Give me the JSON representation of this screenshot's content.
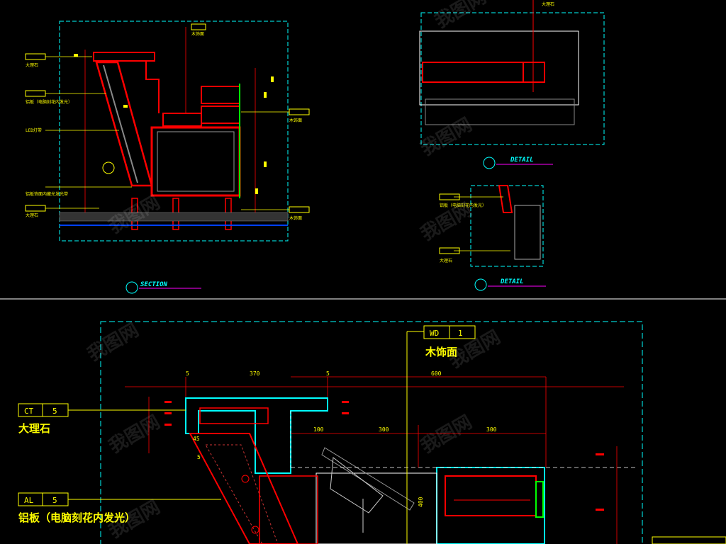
{
  "colors": {
    "background": "#000000",
    "frame": "#00ffff",
    "section_red": "#ff0000",
    "dimension": "#ffff00",
    "hatch": "#ff3030",
    "detail_grey": "#888888",
    "text": "#ffff00"
  },
  "section_drawing": {
    "title": "SECTION",
    "labels": {
      "top_left": "大理石",
      "panel": "铝板（电脑刻花内发光）",
      "light": "LED灯带",
      "lower": "铝板饰面内藏光发光带",
      "bottom_left": "大理石",
      "right_top": "木饰面",
      "right_mid": "木饰面",
      "right_bottom": "木饰面"
    }
  },
  "detail_top": {
    "title": "DETAIL",
    "label": "大理石"
  },
  "detail_bottom": {
    "title": "DETAIL",
    "labels": {
      "panel": "铝板（电脑刻花内发光）",
      "stone": "大理石"
    }
  },
  "enlarged": {
    "tag_top": {
      "code": "WD",
      "num": "1"
    },
    "wood_label": "木饰面",
    "tag_ct": {
      "code": "CT",
      "num": "5"
    },
    "marble_label": "大理石",
    "tag_al": {
      "code": "AL",
      "num": "5"
    },
    "panel_label": "铝板（电脑刻花内发光）",
    "dims": {
      "d5a": "5",
      "d370": "370",
      "d5b": "5",
      "d600": "600",
      "d100": "100",
      "d300a": "300",
      "d300b": "300",
      "d45": "45",
      "d5c": "5",
      "d400": "400"
    }
  },
  "watermark": "我图网"
}
